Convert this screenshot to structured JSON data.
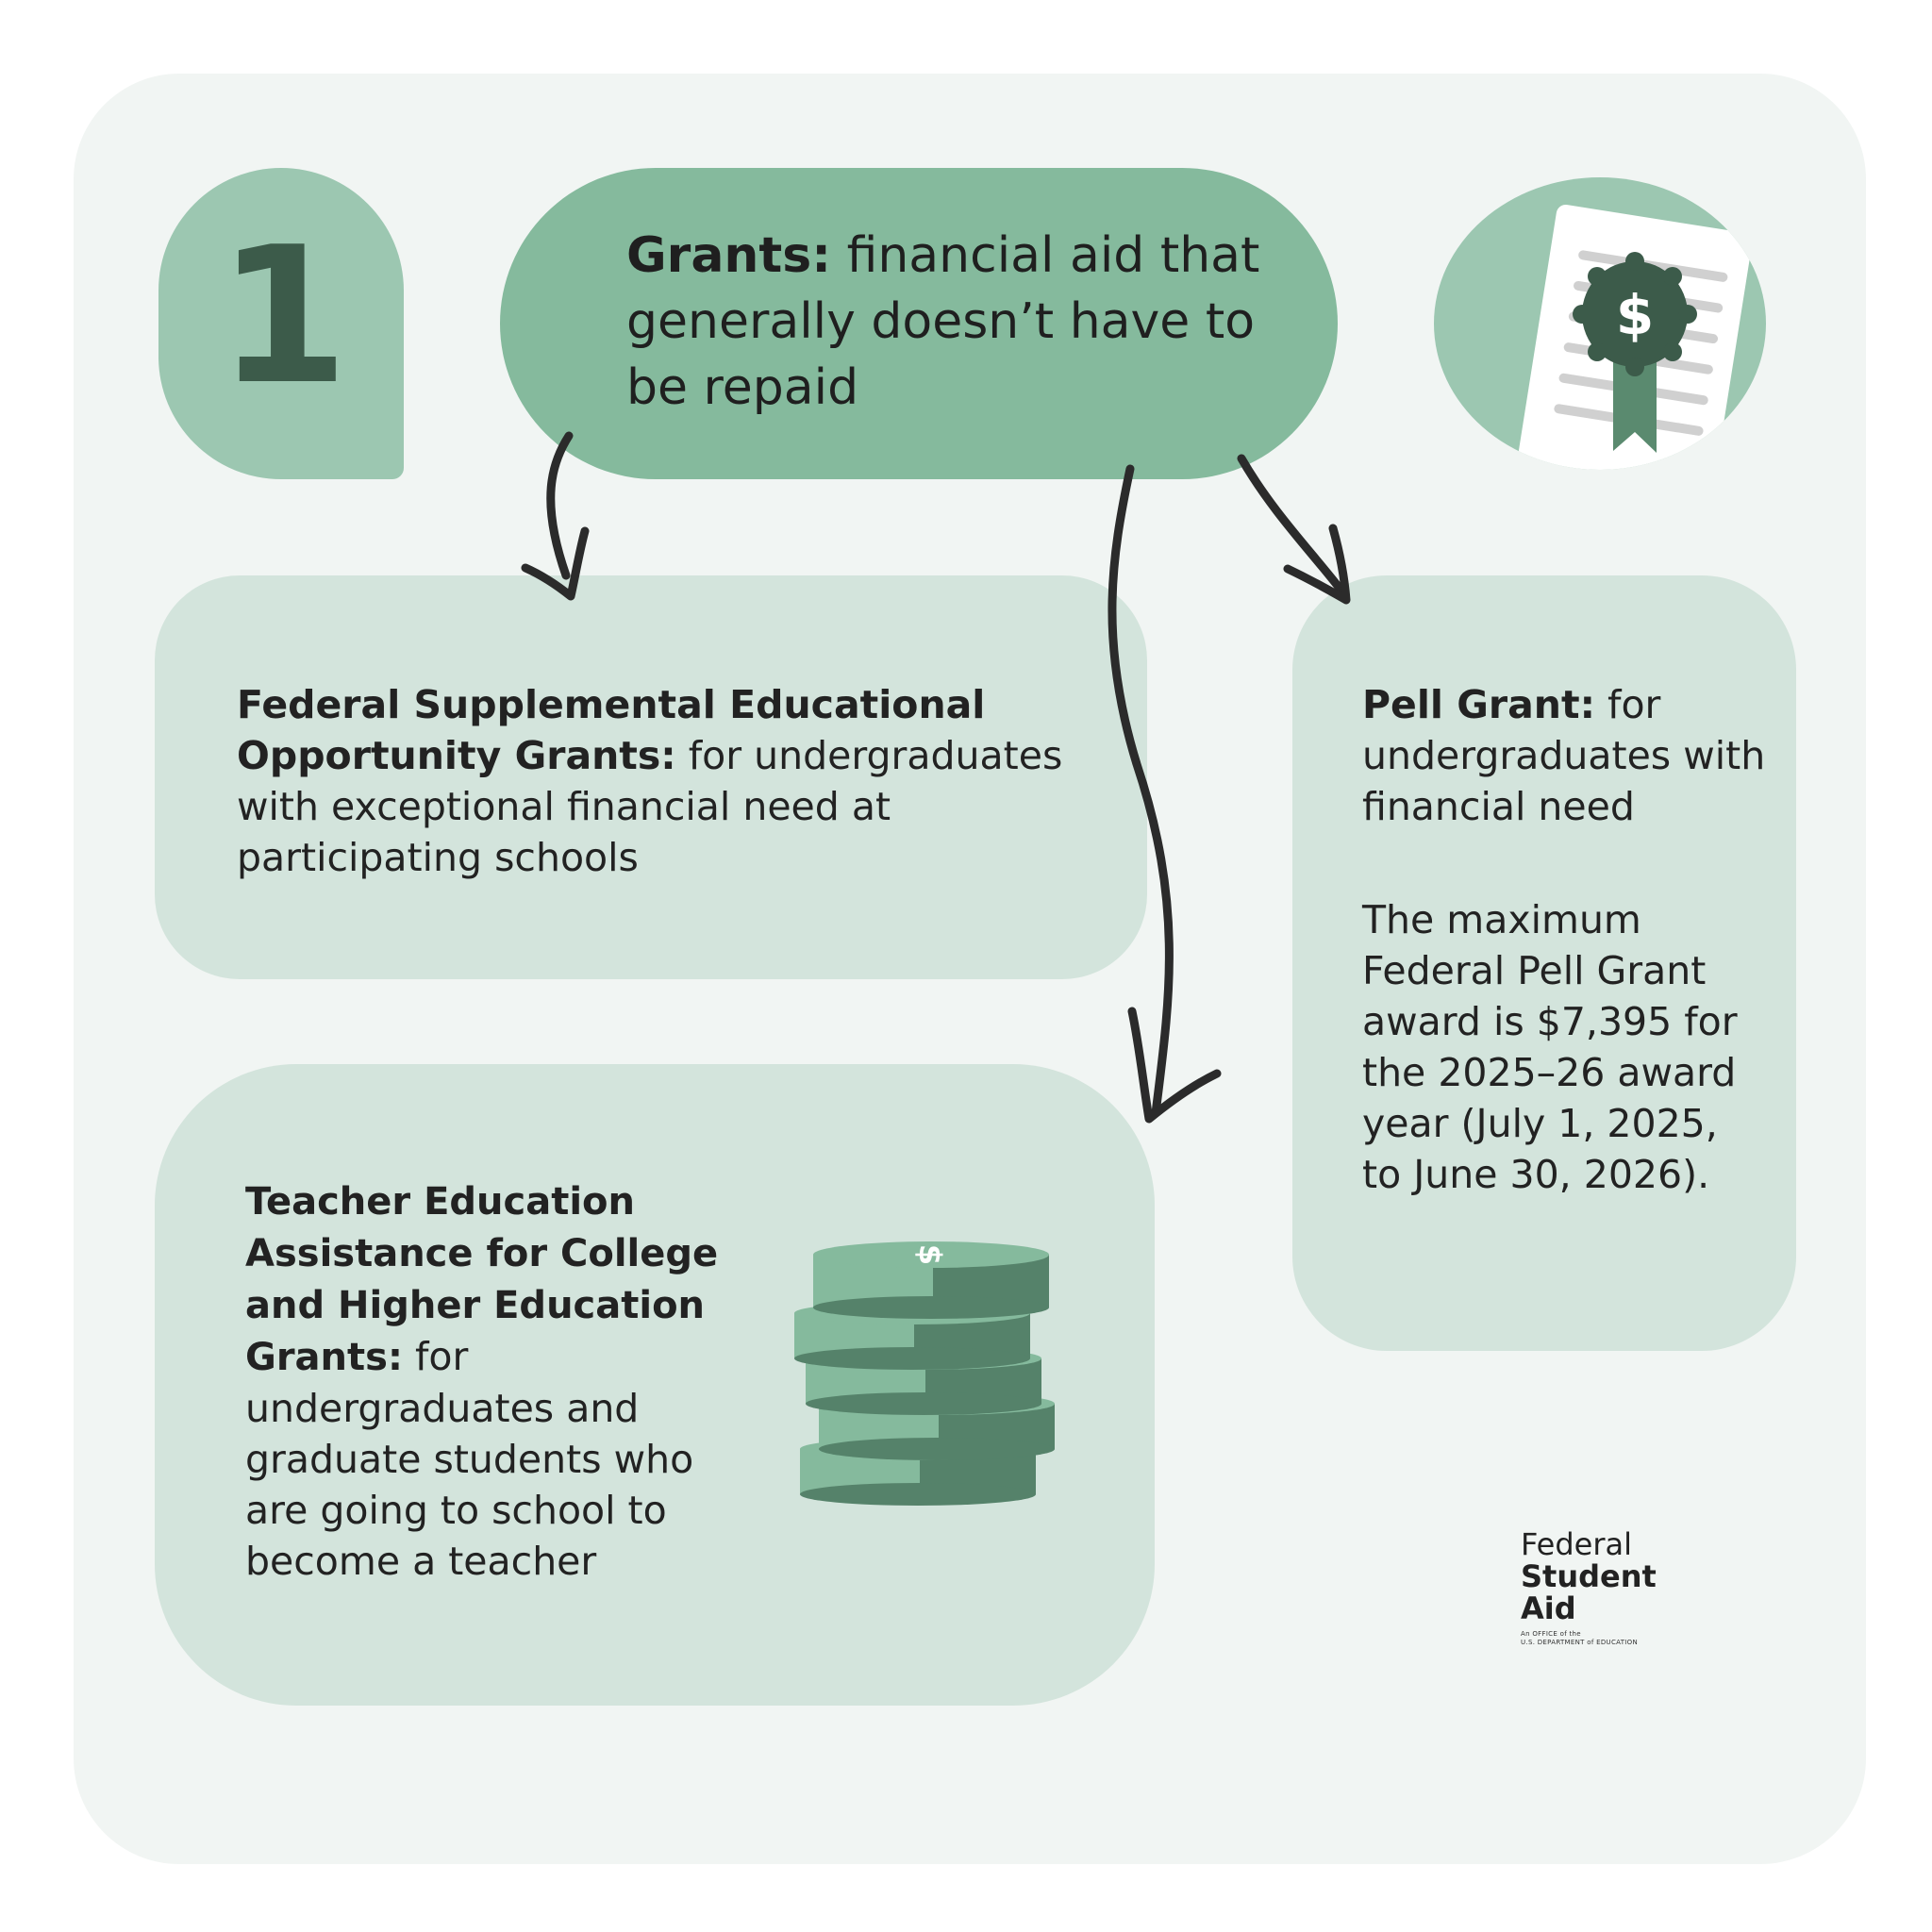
{
  "badge": {
    "number": "1"
  },
  "headline": {
    "term": "Grants:",
    "definition": "financial aid that generally doesn’t have to be repaid"
  },
  "fseog": {
    "name": "Federal Supplemental Educational Opportunity Grants:",
    "description": "for undergraduates with exceptional financial need at participating schools"
  },
  "pell": {
    "name": "Pell Grant:",
    "description": "for undergraduates with financial need",
    "max_award_note": "The maximum Federal Pell Grant award is $7,395 for the 2025–26 award year (July 1, 2025, to June 30, 2026)."
  },
  "teach": {
    "name": "Teacher Education Assistance for College and Higher Education Grants:",
    "description": "for undergraduates and graduate students who are going to school to become a teacher"
  },
  "icons": {
    "document": "grant-document-icon",
    "coins": "coin-stack-icon",
    "seal_symbol": "$",
    "coin_symbol": "$"
  },
  "logo": {
    "line1": "Federal",
    "line2": "Student",
    "line3": "Aid",
    "tagline1": "An OFFICE of the",
    "tagline2": "U.S. DEPARTMENT of EDUCATION"
  },
  "colors": {
    "panel": "#f1f5f3",
    "pill": "#85ba9d",
    "badge": "#9cc7b1",
    "card": "#d3e4dc",
    "dark_green": "#3c5b4a",
    "arrow": "#2b2b2b"
  }
}
